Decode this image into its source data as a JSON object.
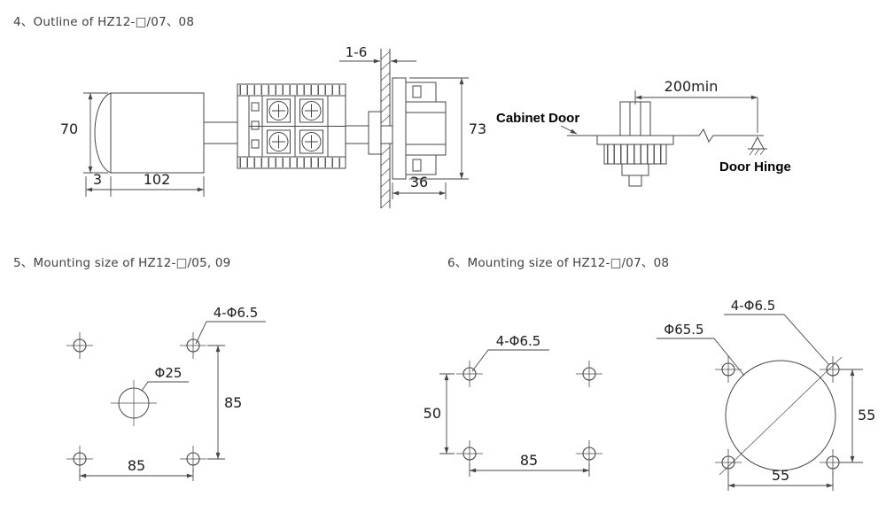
{
  "colors": {
    "line": "#474747",
    "text": "#1c1c1c",
    "background": "#ffffff"
  },
  "outline": {
    "title": "4、Outline of HZ12-□/07、08",
    "dim_height": "70",
    "dim_tip": "3",
    "dim_body_length": "102",
    "dim_panel_thickness": "1-6",
    "dim_front_height": "73",
    "dim_front_depth": "36",
    "dim_door_clearance": "200min",
    "door_label": "Cabinet Door",
    "hinge_label": "Door Hinge"
  },
  "mounting_05_09": {
    "title": "5、Mounting size of HZ12-□/05, 09",
    "holes_label": "4-Φ6.5",
    "center_hole_label": "Φ25",
    "dim_vertical": "85",
    "dim_horizontal": "85"
  },
  "mounting_07_08": {
    "title": "6、Mounting size of HZ12-□/07、08",
    "plate_holes_label": "4-Φ6.5",
    "plate_dim_vertical": "50",
    "plate_dim_horizontal": "85",
    "ring_circle_label": "Φ65.5",
    "ring_holes_label": "4-Φ6.5",
    "ring_dim_vertical": "55",
    "ring_dim_horizontal": "55"
  }
}
